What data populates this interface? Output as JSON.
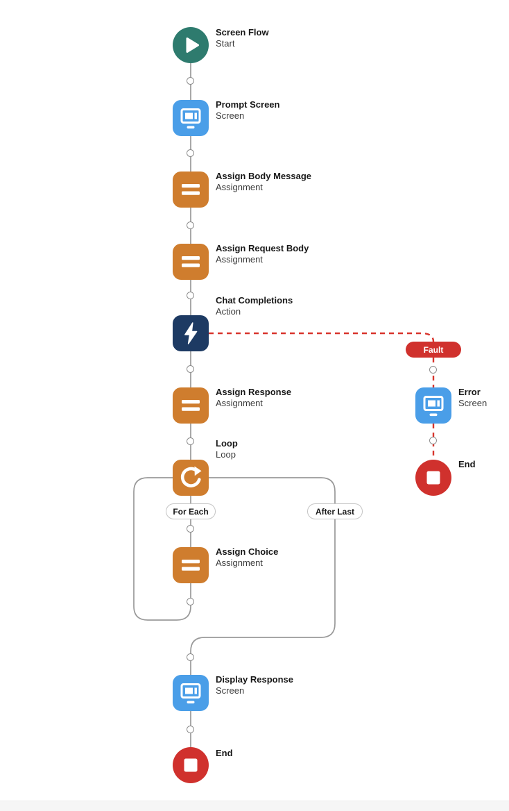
{
  "diagram": {
    "type": "flow-builder-canvas",
    "nodes": [
      {
        "id": "start",
        "title": "Screen Flow",
        "subtitle": "Start",
        "kind": "start",
        "icon": "play-icon"
      },
      {
        "id": "prompt-screen",
        "title": "Prompt Screen",
        "subtitle": "Screen",
        "kind": "screen",
        "icon": "screen-icon"
      },
      {
        "id": "assign-body-message",
        "title": "Assign Body Message",
        "subtitle": "Assignment",
        "kind": "assignment",
        "icon": "assignment-icon"
      },
      {
        "id": "assign-request-body",
        "title": "Assign Request Body",
        "subtitle": "Assignment",
        "kind": "assignment",
        "icon": "assignment-icon"
      },
      {
        "id": "chat-completions",
        "title": "Chat Completions",
        "subtitle": "Action",
        "kind": "action",
        "icon": "lightning-icon"
      },
      {
        "id": "assign-response",
        "title": "Assign Response",
        "subtitle": "Assignment",
        "kind": "assignment",
        "icon": "assignment-icon"
      },
      {
        "id": "loop",
        "title": "Loop",
        "subtitle": "Loop",
        "kind": "loop",
        "icon": "loop-icon"
      },
      {
        "id": "assign-choice",
        "title": "Assign Choice",
        "subtitle": "Assignment",
        "kind": "assignment",
        "icon": "assignment-icon"
      },
      {
        "id": "display-response",
        "title": "Display Response",
        "subtitle": "Screen",
        "kind": "screen",
        "icon": "screen-icon"
      },
      {
        "id": "end-main",
        "title": "End",
        "subtitle": "",
        "kind": "end",
        "icon": "stop-icon"
      },
      {
        "id": "error-screen",
        "title": "Error",
        "subtitle": "Screen",
        "kind": "screen",
        "icon": "screen-icon"
      },
      {
        "id": "end-fault",
        "title": "End",
        "subtitle": "",
        "kind": "end",
        "icon": "stop-icon"
      }
    ],
    "branch_labels": {
      "for_each": "For Each",
      "after_last": "After Last",
      "fault": "Fault"
    },
    "colors": {
      "start": "#2e7b6e",
      "screen": "#4a9ee8",
      "assignment": "#cf7d2e",
      "action": "#1d3a63",
      "end": "#d0312d",
      "fault_connector": "#d8342c",
      "connector": "#999999"
    }
  }
}
